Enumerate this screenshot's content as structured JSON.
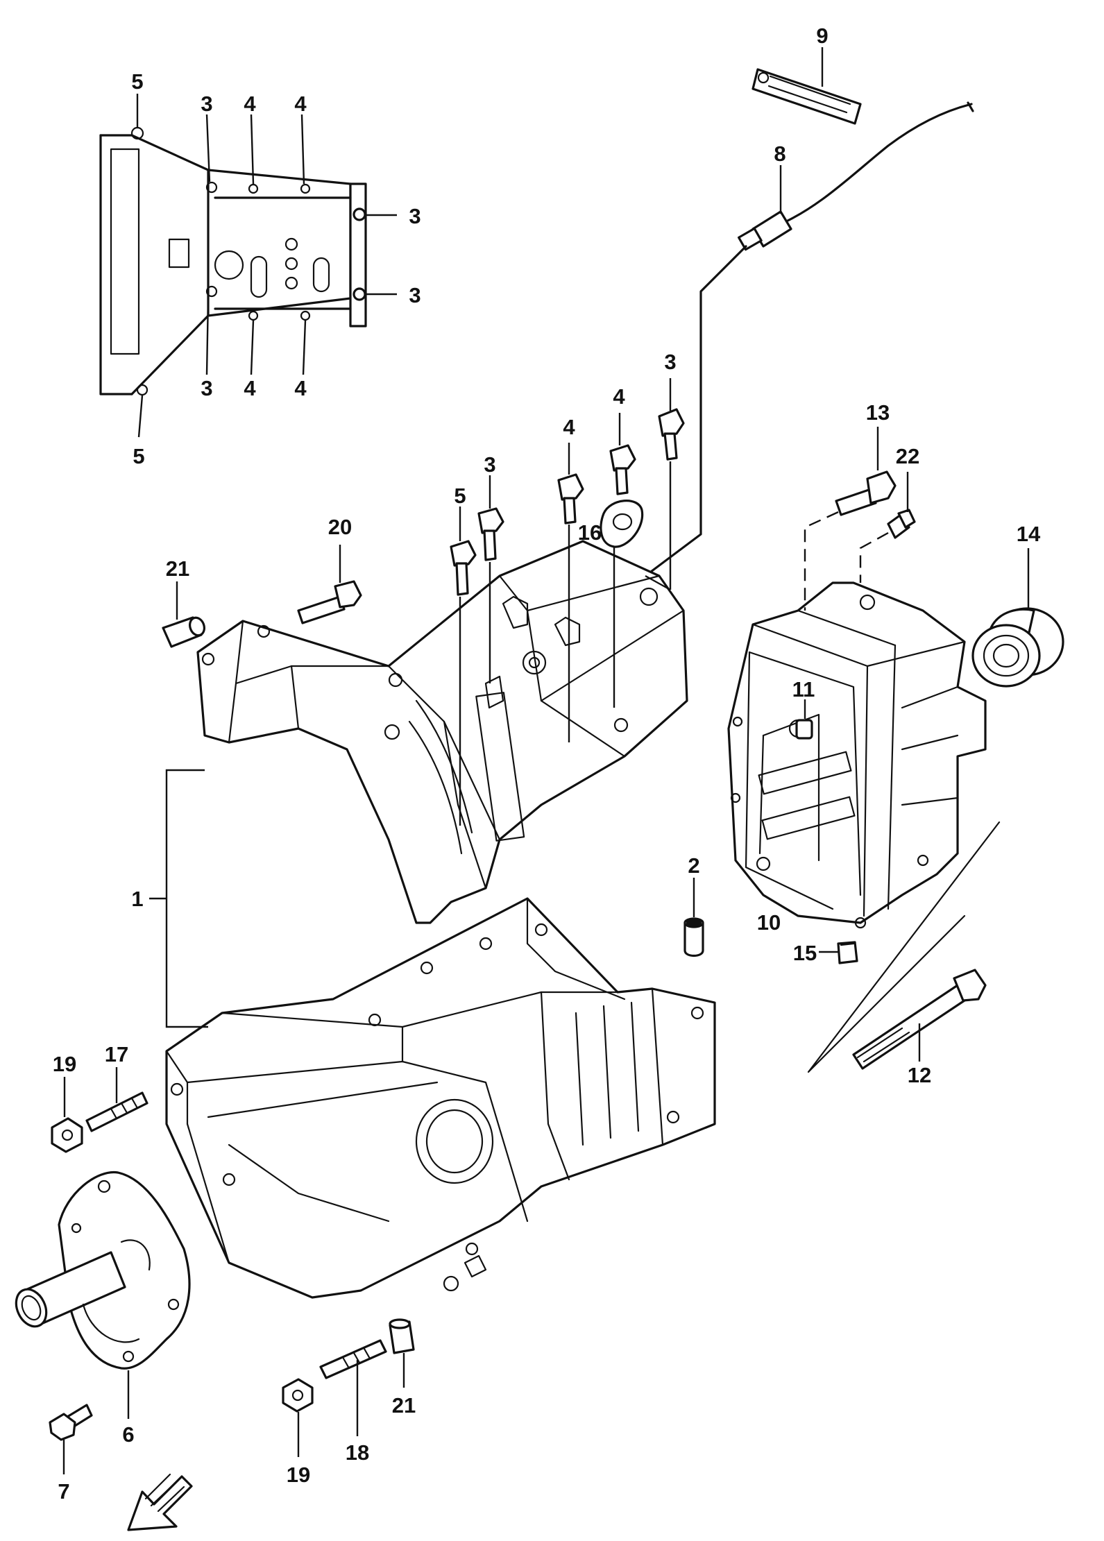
{
  "callouts": {
    "c1": "1",
    "c2": "2",
    "c3": "3",
    "c4": "4",
    "c5": "5",
    "c6": "6",
    "c7": "7",
    "c8": "8",
    "c9": "9",
    "c10": "10",
    "c11": "11",
    "c12": "12",
    "c13": "13",
    "c14": "14",
    "c15": "15",
    "c16": "16",
    "c17": "17",
    "c18": "18",
    "c19": "19",
    "c20": "20",
    "c21": "21",
    "c22": "22"
  },
  "direction_arrow": "front-arrow-icon"
}
